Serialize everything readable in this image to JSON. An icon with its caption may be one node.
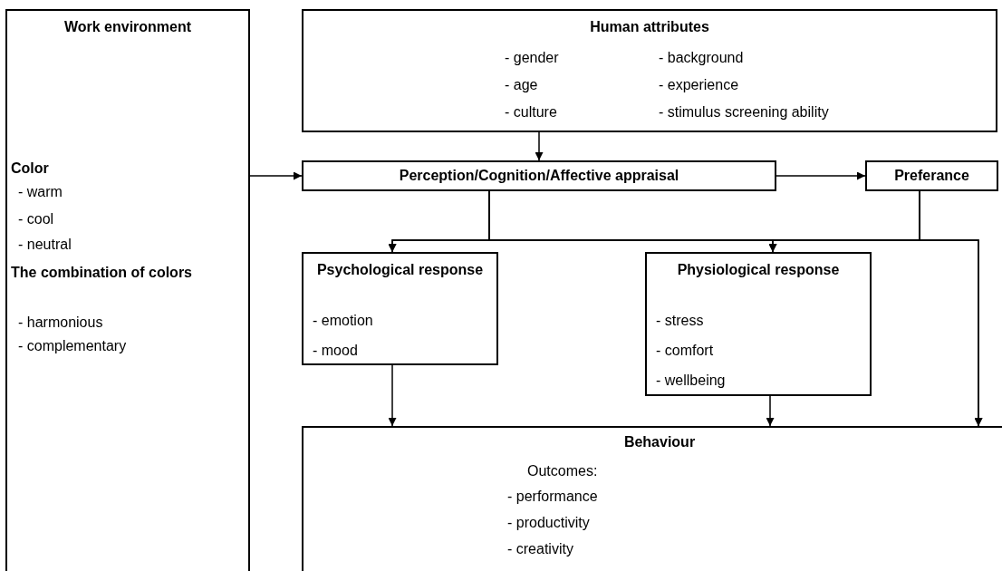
{
  "diagram": {
    "nodes": [
      {
        "text": [
          "Work environment",
          "Color",
          "- warm",
          "- cool",
          "- neutral",
          "The combination of colors",
          "- harmonious",
          "- complementary"
        ]
      },
      {
        "text": [
          "Human attributes",
          "- gender",
          "- background",
          "- age",
          "- experience",
          "- culture",
          "- stimulus screening ability"
        ]
      },
      {
        "text": [
          "Perception/Cognition/Affective appraisal"
        ]
      },
      {
        "text": [
          "Preferance"
        ]
      },
      {
        "text": [
          "Psychological response",
          "- emotion",
          "- mood"
        ]
      },
      {
        "text": [
          "Physiological response",
          "- stress",
          "- comfort",
          "- wellbeing"
        ]
      },
      {
        "text": [
          "Behaviour",
          "Outcomes:",
          "- performance",
          "- productivity",
          "- creativity"
        ]
      }
    ],
    "edges": [
      {
        "from": 1,
        "to": 2,
        "arrow": "to"
      },
      {
        "from": 0,
        "to": 2,
        "arrow": "to"
      },
      {
        "from": 2,
        "to": 3,
        "arrow": "to"
      },
      {
        "from": 2,
        "to": 4,
        "arrow": "to"
      },
      {
        "from": 2,
        "to": 5,
        "arrow": "to"
      },
      {
        "from": 2,
        "to": 6,
        "arrow": "to"
      },
      {
        "from": 3,
        "to": 4,
        "arrow": "to"
      },
      {
        "from": 3,
        "to": 5,
        "arrow": "to"
      },
      {
        "from": 3,
        "to": 6,
        "arrow": "to"
      },
      {
        "from": 4,
        "to": 6,
        "arrow": "to"
      },
      {
        "from": 5,
        "to": 6,
        "arrow": "to"
      }
    ]
  }
}
